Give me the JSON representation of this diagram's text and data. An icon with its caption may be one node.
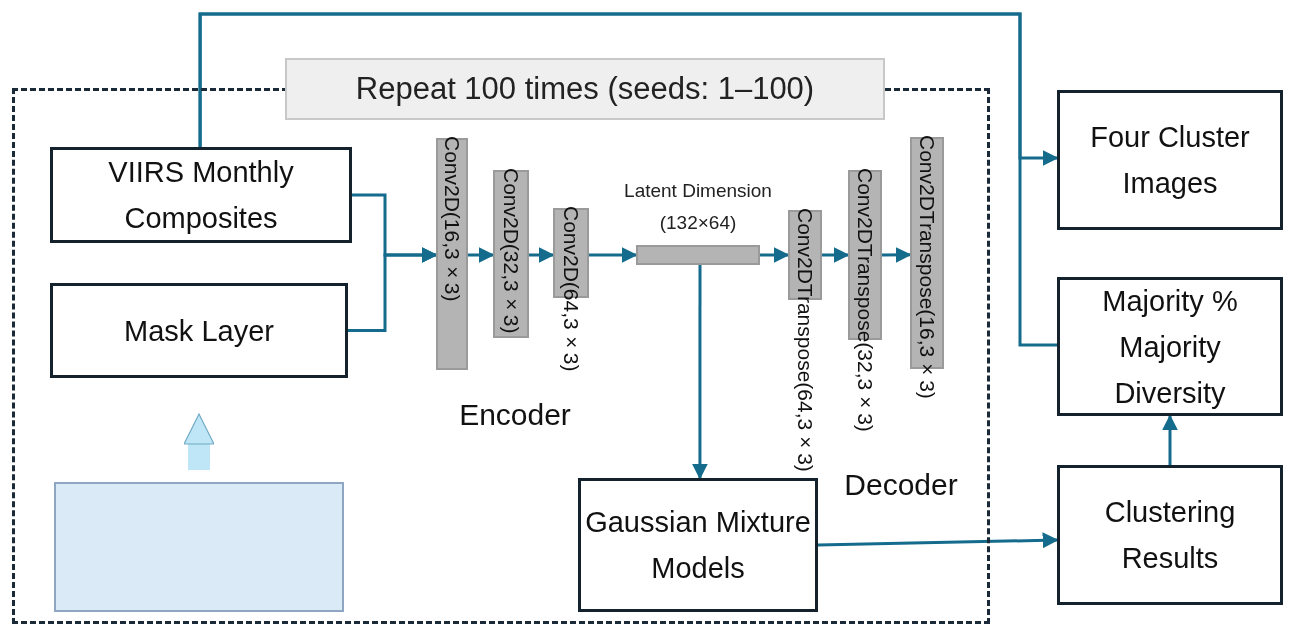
{
  "diagram": {
    "nodes": [
      {
        "text": [
          "Repeat 100 times (seeds: 1–100)"
        ]
      },
      {
        "text": [
          "VIIRS Monthly Composites"
        ],
        "in": 0
      },
      {
        "text": [
          "Mask Layer"
        ],
        "in": 0
      },
      {
        "text": [],
        "shape": "box",
        "in": 0
      },
      {
        "text": [
          "Conv2D(16,3×3)"
        ],
        "in": 0
      },
      {
        "text": [
          "Conv2D(32,3×3)"
        ],
        "in": 0
      },
      {
        "text": [
          "Conv2D(64,3×3)"
        ],
        "in": 0
      },
      {
        "text": [
          "Latent Dimension (132×64)"
        ],
        "in": 0
      },
      {
        "text": [
          "Conv2DTranspose(64,3×3)"
        ],
        "in": 0
      },
      {
        "text": [
          "Conv2DTranspose(32,3×3)"
        ],
        "in": 0
      },
      {
        "text": [
          "Conv2DTranspose(16,3×3)"
        ],
        "in": 0
      },
      {
        "text": [
          "Gaussian Mixture Models"
        ],
        "in": 0
      },
      {
        "text": [
          "Four Cluster Images"
        ]
      },
      {
        "text": [
          "Majority % Majority Diversity"
        ]
      },
      {
        "text": [
          "Clustering Results"
        ]
      }
    ],
    "edges": [
      {
        "from": 1,
        "to": 4,
        "arrow": "to"
      },
      {
        "from": 2,
        "to": 4,
        "arrow": "to"
      },
      {
        "from": 3,
        "to": 2,
        "arrow": "to",
        "style": "thick",
        "color": "#bfe6f6"
      },
      {
        "from": 4,
        "to": 5,
        "arrow": "to"
      },
      {
        "from": 5,
        "to": 6,
        "arrow": "to"
      },
      {
        "from": 6,
        "to": 7,
        "arrow": "to"
      },
      {
        "from": 7,
        "to": 8,
        "arrow": "to"
      },
      {
        "from": 8,
        "to": 9,
        "arrow": "to"
      },
      {
        "from": 9,
        "to": 10,
        "arrow": "to"
      },
      {
        "from": 7,
        "to": 11,
        "arrow": "to"
      },
      {
        "from": 11,
        "to": 14,
        "arrow": "to"
      },
      {
        "from": 14,
        "to": 13,
        "arrow": "to"
      },
      {
        "from": 1,
        "to": 12,
        "arrow": "to"
      },
      {
        "from": 1,
        "to": 13,
        "arrow": "none"
      }
    ],
    "labels": [
      "Encoder",
      "Decoder"
    ]
  }
}
